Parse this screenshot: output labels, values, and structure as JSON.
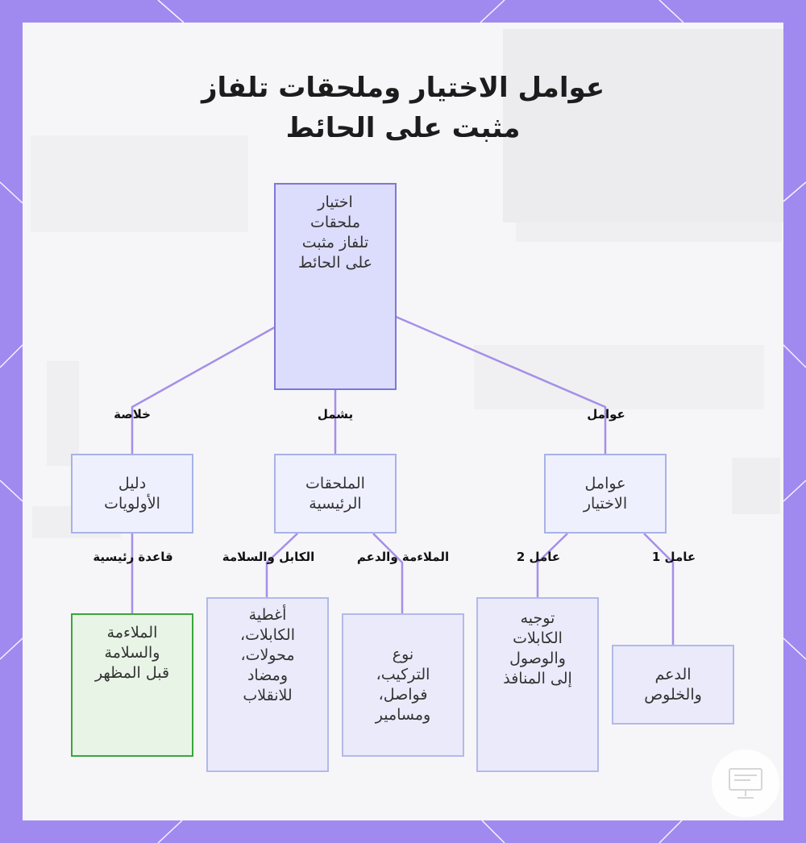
{
  "title": {
    "line1": "عوامل الاختيار وملحقات تلفاز",
    "line2": "مثبت على الحائط"
  },
  "nodes": {
    "root": "اختيار\nملحقات\nتلفاز مثبت\nعلى الحائط",
    "factors": "عوامل\nالاختيار",
    "accessories": "الملحقات\nالرئيسية",
    "guide": "دليل\nالأولويات",
    "support": "الدعم\nوالخلوص",
    "cable_routing": "توجيه\nالكابلات\nوالوصول\nإلى المنافذ",
    "mount_type": "نوع\nالتركيب،\nفواصل،\nومسامير",
    "cable_covers": "أغطية\nالكابلات،\nمحولات،\nومضاد\nللانقلاب",
    "fit_safety": "الملاءمة\nوالسلامة\nقبل المظهر"
  },
  "edge_labels": {
    "factors": "عوامل",
    "includes": "يشمل",
    "summary": "خلاصة",
    "factor1": "عامل 1",
    "factor2": "عامل 2",
    "fit_support": "الملاءمة والدعم",
    "cable_safety": "الكابل والسلامة",
    "main_rule": "قاعدة رئيسية"
  },
  "colors": {
    "frame": "#a08af0",
    "edge": "#a58fe8",
    "root_fill": "#dcdcfc",
    "root_border": "#7e78d4",
    "green_border": "#3aa63c"
  }
}
